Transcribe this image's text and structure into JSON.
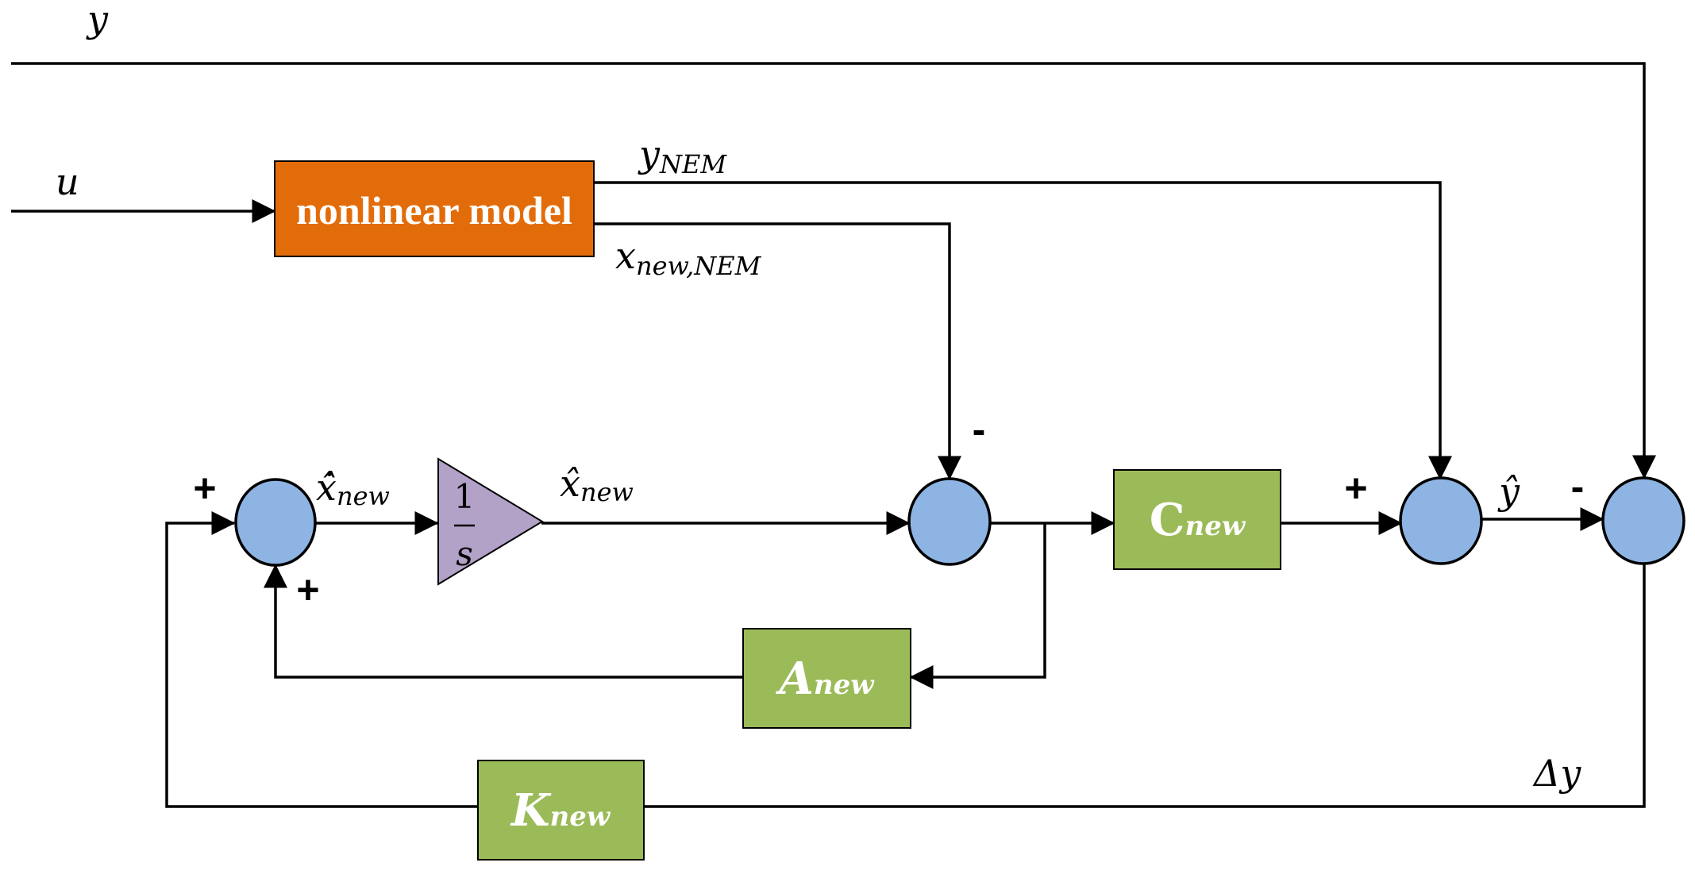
{
  "colors": {
    "nonlinear_block": "#E36C0A",
    "matrix_block": "#9BBB59",
    "summing_junction": "#8EB4E3",
    "integrator": "#B3A2C7",
    "line": "#000000"
  },
  "blocks": {
    "nonlinear_model": "nonlinear model",
    "C": {
      "main": "C",
      "sub": "new"
    },
    "A": {
      "main": "A",
      "sub": "new"
    },
    "K": {
      "main": "K",
      "sub": "new"
    },
    "integrator": {
      "numerator": "1",
      "denominator": "s"
    }
  },
  "signals": {
    "y": "y",
    "u": "u",
    "y_nem": {
      "main": "y",
      "sub": "NEM"
    },
    "x_new_nem": {
      "main": "x",
      "sub": "new,NEM"
    },
    "xdot_hat_new": {
      "main": "x̂̇",
      "sub": "new"
    },
    "x_hat_new": {
      "main": "x̂",
      "sub": "new"
    },
    "y_hat": "ŷ",
    "delta_y": "Δy"
  },
  "signs": {
    "sum1_left": "+",
    "sum1_bottom": "+",
    "sum2_top": "-",
    "sum3_left": "+",
    "sum4_left": "-"
  }
}
